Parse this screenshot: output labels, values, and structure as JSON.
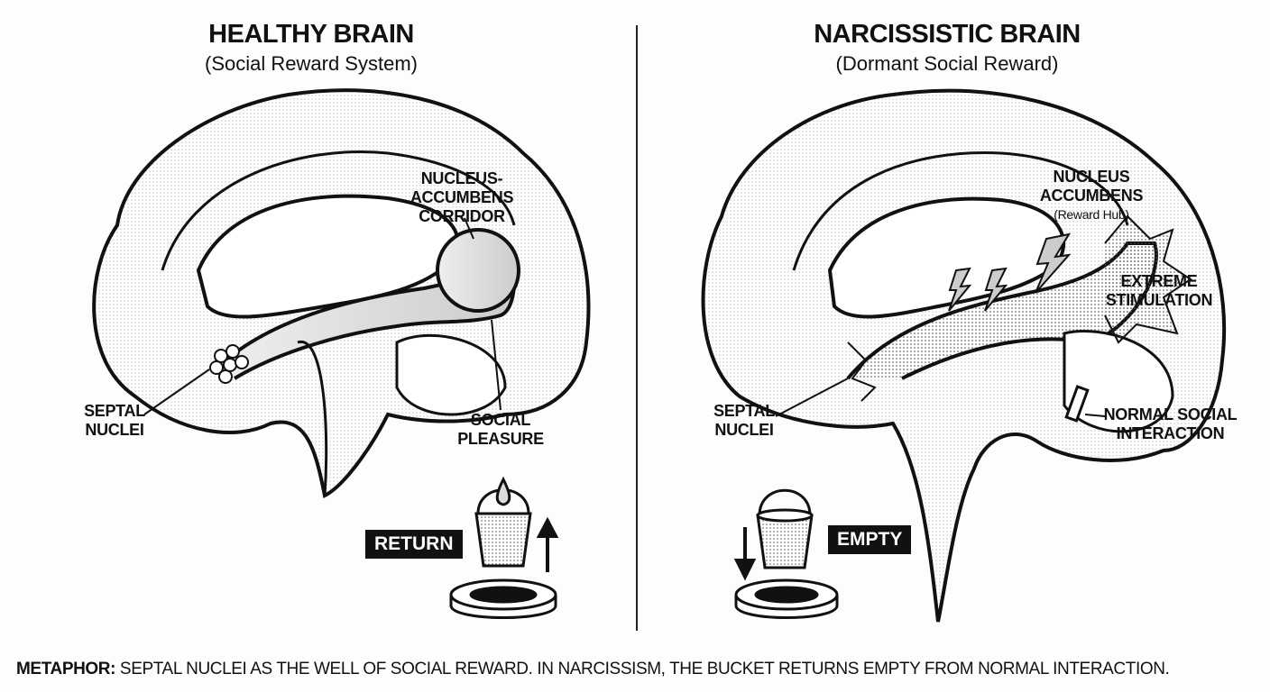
{
  "left_panel": {
    "title": "HEALTHY BRAIN",
    "subtitle": "(Social Reward System)",
    "labels": {
      "nucleus": "NUCLEUS-\nACCUMBENS\nCORRIDOR",
      "nucleus_lines": [
        "NUCLEUS-",
        "ACCUMBENS",
        "CORRIDOR"
      ],
      "septal": [
        "SEPTAL",
        "NUCLEI"
      ],
      "pleasure": [
        "SOCIAL",
        "PLEASURE"
      ]
    },
    "bucket_tag": "RETURN",
    "bucket_state": "full",
    "arrow_direction": "up"
  },
  "right_panel": {
    "title": "NARCISSISTIC BRAIN",
    "subtitle": "(Dormant Social Reward)",
    "labels": {
      "nucleus_lines": [
        "NUCLEUS",
        "ACCUMBENS"
      ],
      "nucleus_note": "(Reward Hub)",
      "stimulation": [
        "EXTREME",
        "STIMULATION"
      ],
      "septal": [
        "SEPTAL",
        "NUCLEI"
      ],
      "interaction": [
        "NORMAL SOCIAL",
        "INTERACTION"
      ]
    },
    "bucket_tag": "EMPTY",
    "bucket_state": "empty",
    "arrow_direction": "down"
  },
  "caption": {
    "lead": "METAPHOR:",
    "text": " SEPTAL NUCLEI AS THE WELL OF SOCIAL REWARD. IN NARCISSISM, THE BUCKET RETURNS EMPTY FROM NORMAL INTERACTION."
  }
}
